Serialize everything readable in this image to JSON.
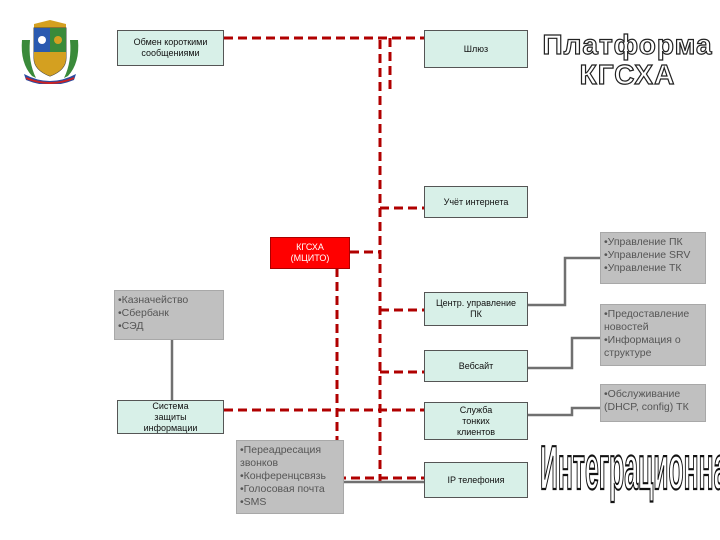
{
  "title": {
    "line1": "Платформа",
    "line2": "КГСХА"
  },
  "vertical_title": "Интеграционная",
  "colors": {
    "connector_red": "#b00000",
    "connector_gray": "#707070",
    "box_green": "#d8f0e8",
    "box_red": "#ff0000",
    "box_gray": "#c0c0c0"
  },
  "emblem": {
    "icon": "coat-of-arms-icon"
  },
  "boxes": {
    "sms_exchange": "Обмен короткими сообщениями",
    "gateway": "Шлюз",
    "internet_accounting": "Учёт интернета",
    "kgsha_center": "КГСХА (МЦИТО)",
    "pc_management_center": "Центр. управление ПК",
    "website": "Вебсайт",
    "security_system": "Система защиты информации",
    "thin_clients": "Служба тонких клиентов",
    "ip_telephony": "IP телефония"
  },
  "notes": {
    "finance": [
      "•Казначейство",
      "•Сбербанк",
      "•СЭД"
    ],
    "management": [
      "•Управление ПК",
      "•Управление SRV",
      "•Управление ТК"
    ],
    "website_info": [
      "•Предоставление новостей",
      "•Информация о структуре"
    ],
    "maintenance": [
      "•Обслуживание (DHCP, config) ТК"
    ],
    "telephony": [
      "•Переадресация звонков",
      "•Конференцсвязь",
      "•Голосовая почта",
      "•SMS"
    ]
  }
}
